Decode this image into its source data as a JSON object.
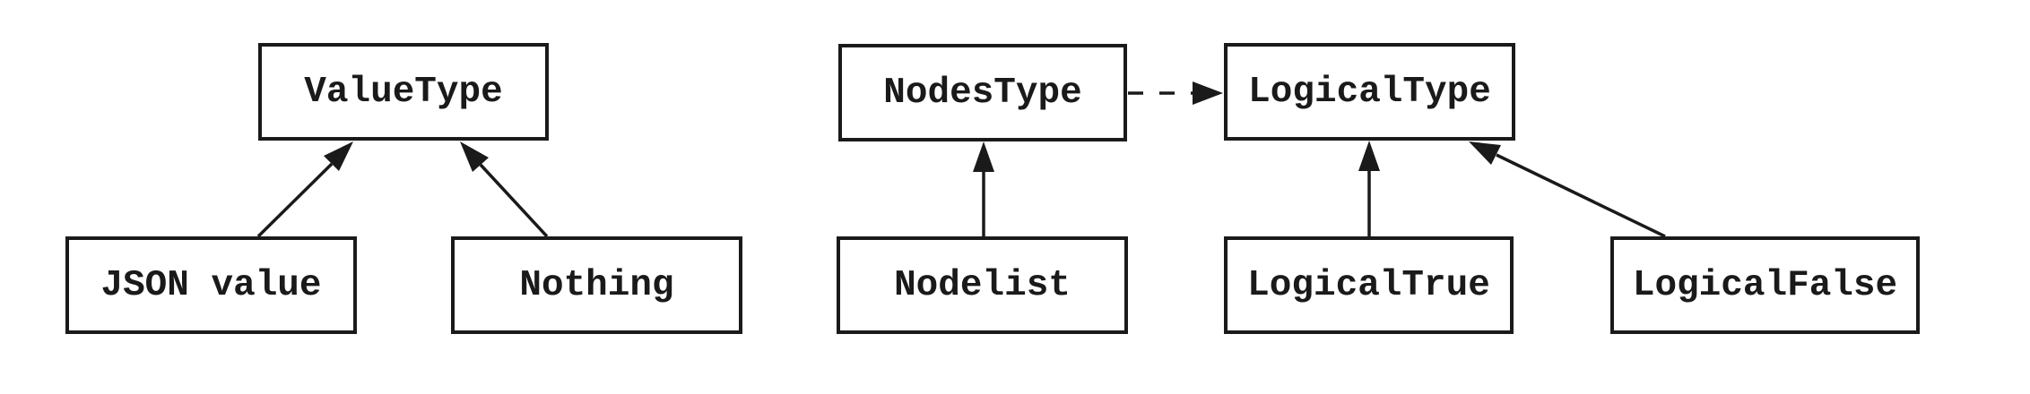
{
  "diagram": {
    "background_color": "#ffffff",
    "line_color": "#1a1a1a",
    "nodes": [
      {
        "id": "value-type",
        "label": "ValueType"
      },
      {
        "id": "json-value",
        "label": "JSON value"
      },
      {
        "id": "nothing",
        "label": "Nothing"
      },
      {
        "id": "nodes-type",
        "label": "NodesType"
      },
      {
        "id": "nodelist",
        "label": "Nodelist"
      },
      {
        "id": "logical-type",
        "label": "LogicalType"
      },
      {
        "id": "logical-true",
        "label": "LogicalTrue"
      },
      {
        "id": "logical-false",
        "label": "LogicalFalse"
      }
    ],
    "edges": [
      {
        "from": "JSON value",
        "to": "ValueType",
        "style": "solid-arrow"
      },
      {
        "from": "Nothing",
        "to": "ValueType",
        "style": "solid-arrow"
      },
      {
        "from": "Nodelist",
        "to": "NodesType",
        "style": "solid-arrow"
      },
      {
        "from": "LogicalTrue",
        "to": "LogicalType",
        "style": "solid-arrow"
      },
      {
        "from": "LogicalFalse",
        "to": "LogicalType",
        "style": "solid-arrow"
      },
      {
        "from": "NodesType",
        "to": "LogicalType",
        "style": "dashed-arrow"
      }
    ]
  }
}
